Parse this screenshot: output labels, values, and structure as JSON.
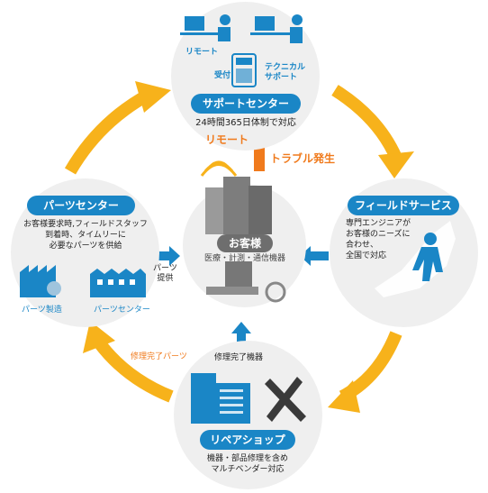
{
  "support_center": {
    "label_remote": "リモート",
    "label_reception": "受付",
    "label_tech_support": "テクニカル\nサポート",
    "title": "サポートセンター",
    "description": "24時間365日体制で対応"
  },
  "flows": {
    "remote": "リモート",
    "trouble": "トラブル発生",
    "parts_supply": "パーツ\n提供",
    "repair_done_parts": "修理完了パーツ",
    "repair_done_device": "修理完了機器"
  },
  "parts_center": {
    "title": "パーツセンター",
    "description": "お客様要求時,フィールドスタッフ\n到着時、タイムリーに\n必要なパーツを供給",
    "label_manufacturing": "パーツ製造",
    "label_center": "パーツセンター"
  },
  "customer": {
    "title": "お客様",
    "subtitle": "医療・計測・通信機器"
  },
  "field_service": {
    "title": "フィールドサービス",
    "description": "専門エンジニアが\nお客様のニーズに\n合わせ、\n全国で対応"
  },
  "repair_shop": {
    "title": "リペアショップ",
    "description": "機器・部品修理を含め\nマルチベンダー対応"
  },
  "colors": {
    "accent_blue": "#1a86c6",
    "arrow_yellow": "#f7b21b",
    "alert_orange": "#f07a1c",
    "circle_gray": "#efefef"
  }
}
